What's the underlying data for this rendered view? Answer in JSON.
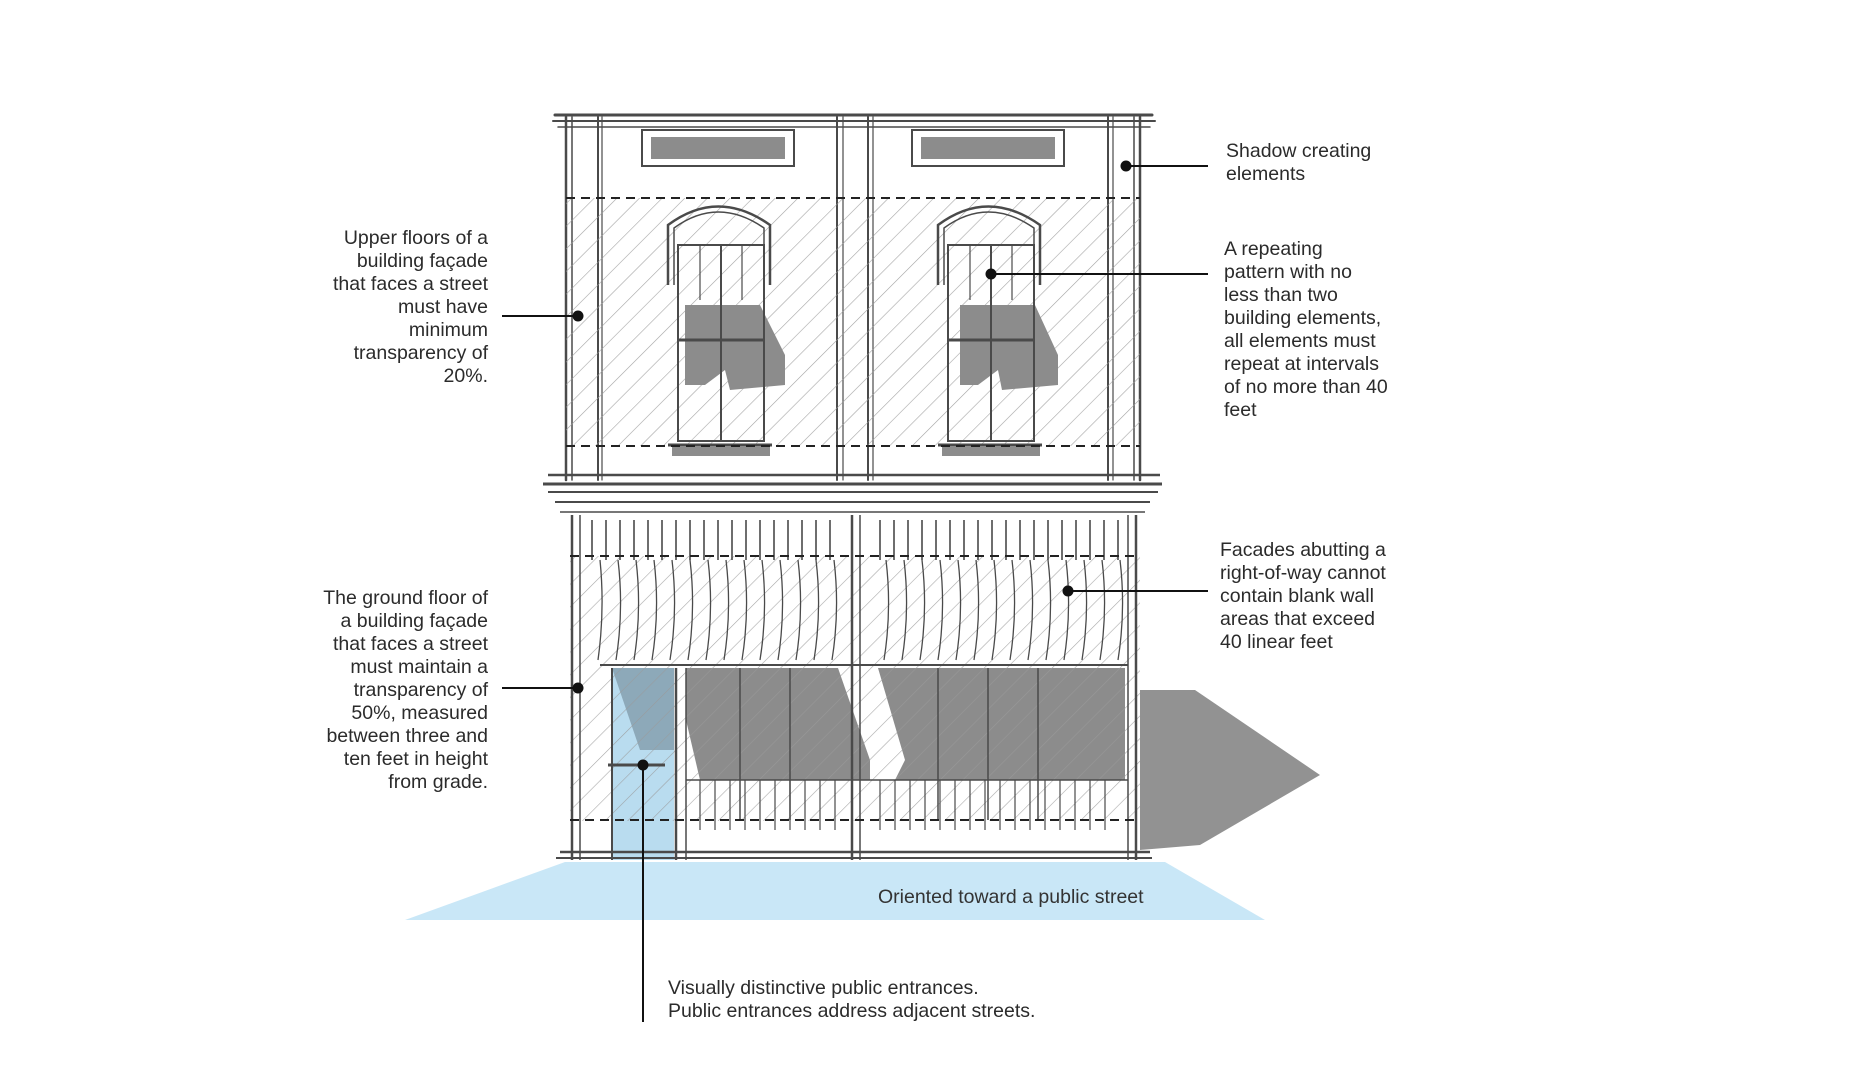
{
  "diagram": {
    "colors": {
      "ink": "#4a4a4a",
      "street": "#c9e7f7",
      "entrance": "#b9dcef",
      "shadow": "#8c8c8c",
      "hatch": "#9a9a9a"
    },
    "annotations": {
      "shadow_elements": {
        "lines": [
          "Shadow creating",
          "elements"
        ]
      },
      "repeating_pattern": {
        "lines": [
          "A repeating",
          "pattern with no",
          "less than two",
          "building elements,",
          "all elements must",
          "repeat at intervals",
          "of no more than 40",
          "feet"
        ]
      },
      "upper_floors": {
        "lines": [
          "Upper floors of a",
          "building façade",
          "that faces a street",
          "must have",
          "minimum",
          "transparency of",
          "20%."
        ]
      },
      "blank_wall": {
        "lines": [
          "Facades abutting a",
          "right-of-way cannot",
          "contain blank wall",
          "areas that exceed",
          "40 linear feet"
        ]
      },
      "ground_floor": {
        "lines": [
          "The ground floor of",
          "a building façade",
          "that faces a street",
          "must maintain a",
          "transparency of",
          "50%, measured",
          "between three and",
          "ten feet in height",
          "from grade."
        ]
      },
      "entrances": {
        "lines": [
          "Visually distinctive public entrances.",
          "Public entrances address adjacent streets."
        ]
      }
    },
    "street_label": "Oriented toward a public street"
  }
}
